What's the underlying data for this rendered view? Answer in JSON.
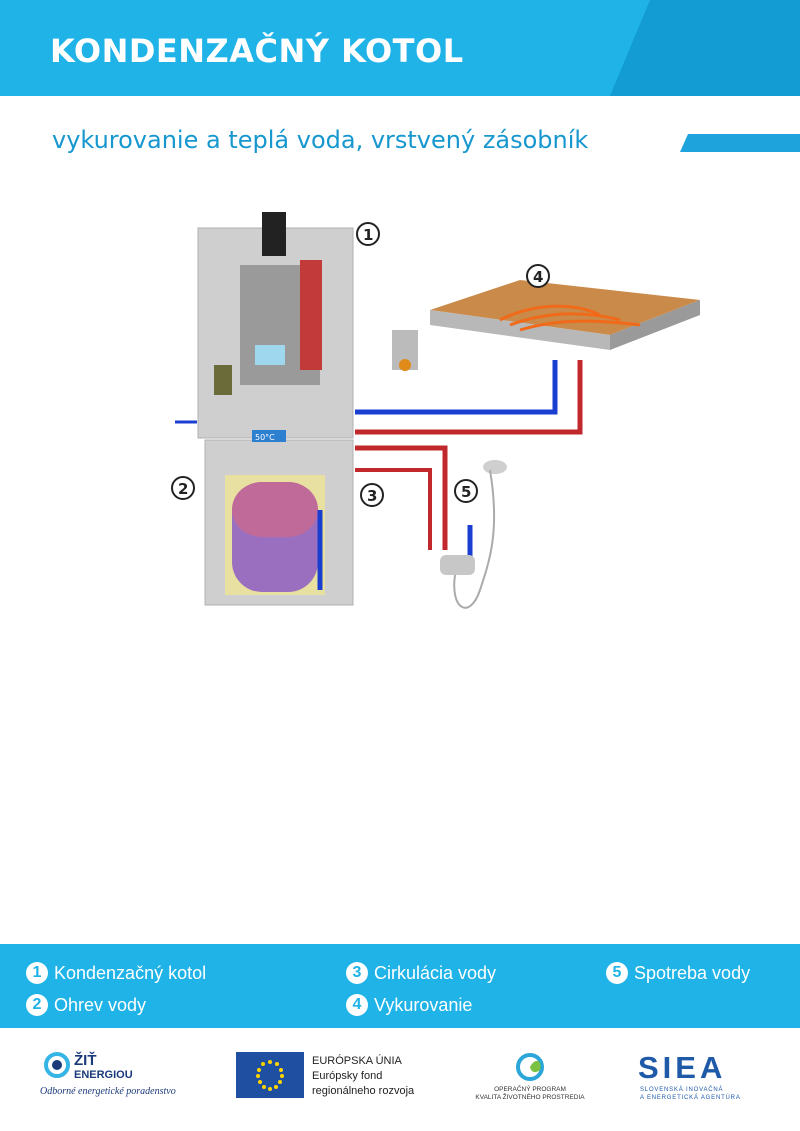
{
  "header": {
    "title": "KONDENZAČNÝ KOTOL"
  },
  "subtitle": "vykurovanie a teplá voda, vrstvený zásobník",
  "diagram": {
    "markers": [
      "1",
      "2",
      "3",
      "4",
      "5"
    ],
    "display_readout": "50°C"
  },
  "legend": [
    {
      "num": "1",
      "label": "Kondenzačný kotol"
    },
    {
      "num": "2",
      "label": "Ohrev vody"
    },
    {
      "num": "3",
      "label": "Cirkulácia vody"
    },
    {
      "num": "4",
      "label": "Vykurovanie"
    },
    {
      "num": "5",
      "label": "Spotreba vody"
    }
  ],
  "footer": {
    "zit": {
      "line1": "ŽIŤ",
      "line2": "ENERGIOU",
      "tagline": "Odborné energetické poradenstvo"
    },
    "eu": {
      "line1": "EURÓPSKA ÚNIA",
      "line2": "Európsky fond",
      "line3": "regionálneho rozvoja"
    },
    "op": {
      "line1": "OPERAČNÝ PROGRAM",
      "line2": "KVALITA ŽIVOTNÉHO PROSTREDIA"
    },
    "siea": {
      "name": "SIEA",
      "line1": "SLOVENSKÁ INOVAČNÁ",
      "line2": "A ENERGETICKÁ AGENTÚRA"
    }
  },
  "colors": {
    "brand_blue": "#1fb3e8",
    "hot_pipe": "#c0282b",
    "cold_pipe": "#1a3fd0"
  }
}
